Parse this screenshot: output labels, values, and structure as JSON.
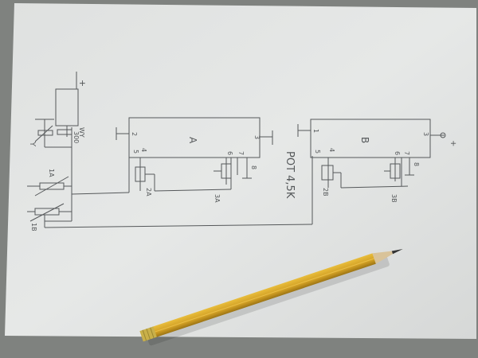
{
  "labels": {
    "plus_top": "+",
    "wy": "WY",
    "r300": "300",
    "y": "Y",
    "one_a": "1A",
    "one_b": "1B",
    "block_a": "A",
    "block_b": "B",
    "pin2_a": "2",
    "pin3_a": "3",
    "pin5_a": "5",
    "pin4_a": "4",
    "pin6_a": "6",
    "pin7_a": "7",
    "pin8_a": "8",
    "two_a": "2A",
    "three_a": "3A",
    "pot": "POT 4,5K",
    "pin1_b": "1",
    "pin3_b": "3",
    "plus_b": "+",
    "pin5_b": "5",
    "pin4_b": "4",
    "pin6_b": "6",
    "pin7_b": "7",
    "pin8_b": "8",
    "two_b": "2B",
    "three_b": "3B"
  },
  "colors": {
    "paper": "#e3e5e4",
    "ink": "#55585a",
    "pencil_body": "#d7a82a",
    "pencil_shadow": "#a07a18",
    "ferrule": "#c9b04a",
    "wood": "#d9c39a",
    "lead": "#333333"
  },
  "icons": {
    "pencil": "pencil-icon"
  }
}
